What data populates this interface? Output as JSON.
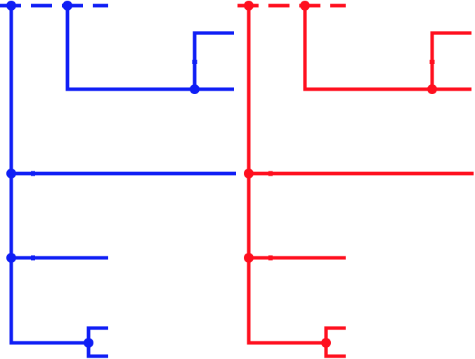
{
  "colors": {
    "left_tree": "#0f1ef5",
    "right_tree": "#ff0f1e",
    "background": "#ffffff"
  },
  "diagram": {
    "kind": "tree-wiring",
    "trees": [
      {
        "name": "left-tree",
        "color_key": "left_tree"
      },
      {
        "name": "right-tree",
        "color_key": "right_tree"
      }
    ]
  }
}
